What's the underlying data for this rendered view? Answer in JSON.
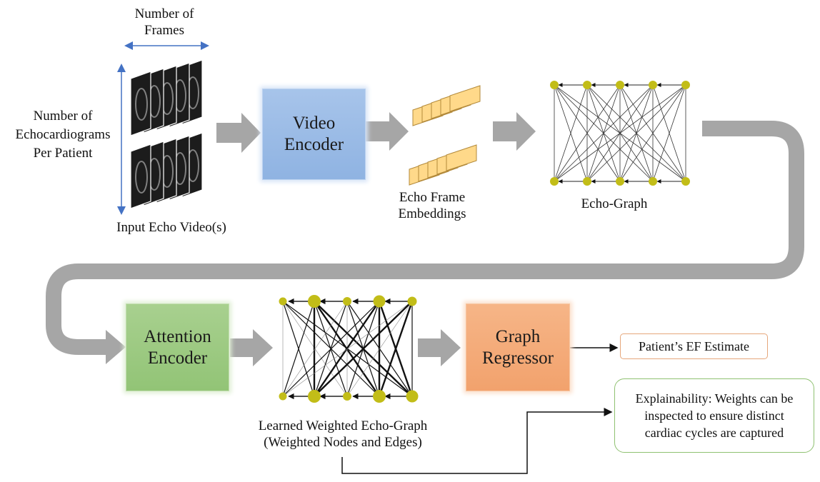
{
  "labels": {
    "frames_axis": "Number of\nFrames",
    "echo_axis": "Number of\nEchocardiograms\nPer Patient",
    "input_videos": "Input Echo Video(s)",
    "frame_embeddings": "Echo Frame\nEmbeddings",
    "echo_graph": "Echo-Graph",
    "weighted_graph": "Learned Weighted Echo-Graph\n(Weighted Nodes and Edges)"
  },
  "blocks": {
    "video_encoder": "Video\nEncoder",
    "attention_encoder": "Attention\nEncoder",
    "graph_regressor": "Graph\nRegressor"
  },
  "outputs": {
    "ef_estimate": "Patient’s EF Estimate",
    "explainability": "Explainability: Weights can be\ninspected to ensure distinct\ncardiac cycles are captured"
  },
  "colors": {
    "node": "#c2bd18",
    "flow_arrow": "#a6a6a6",
    "axis_arrow": "#4472c4",
    "embedding": "#ffd98a"
  },
  "weighted_graph": {
    "top_node_weights": [
      0.3,
      1.0,
      0.4,
      0.9,
      0.5
    ],
    "bottom_node_weights": [
      0.3,
      1.0,
      0.4,
      1.0,
      0.9
    ]
  }
}
